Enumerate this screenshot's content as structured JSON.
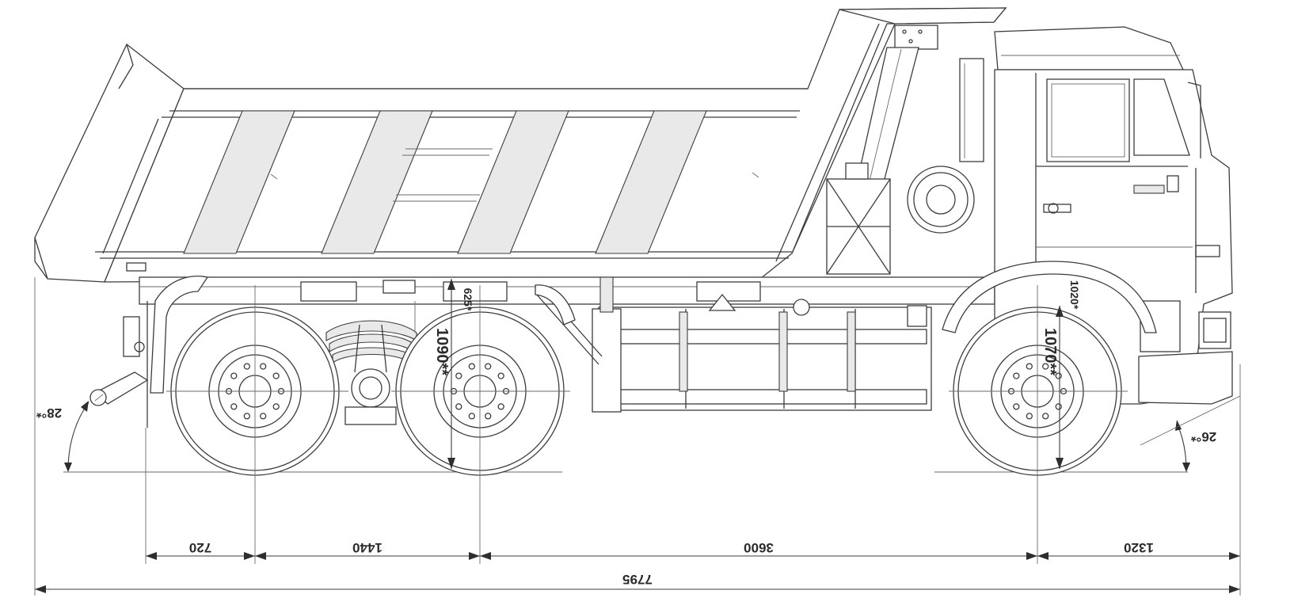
{
  "drawing": {
    "dimensions": {
      "rear_overhang": "720",
      "bogie_spacing": "1440",
      "wheelbase": "3600",
      "front_overhang": "1320",
      "overall_length": "7795",
      "rear_height": "1090**",
      "front_height": "1070**",
      "rear_clearance": "625*",
      "front_clearance": "1020*",
      "departure_angle": "28°*",
      "approach_angle": "26°*"
    }
  }
}
